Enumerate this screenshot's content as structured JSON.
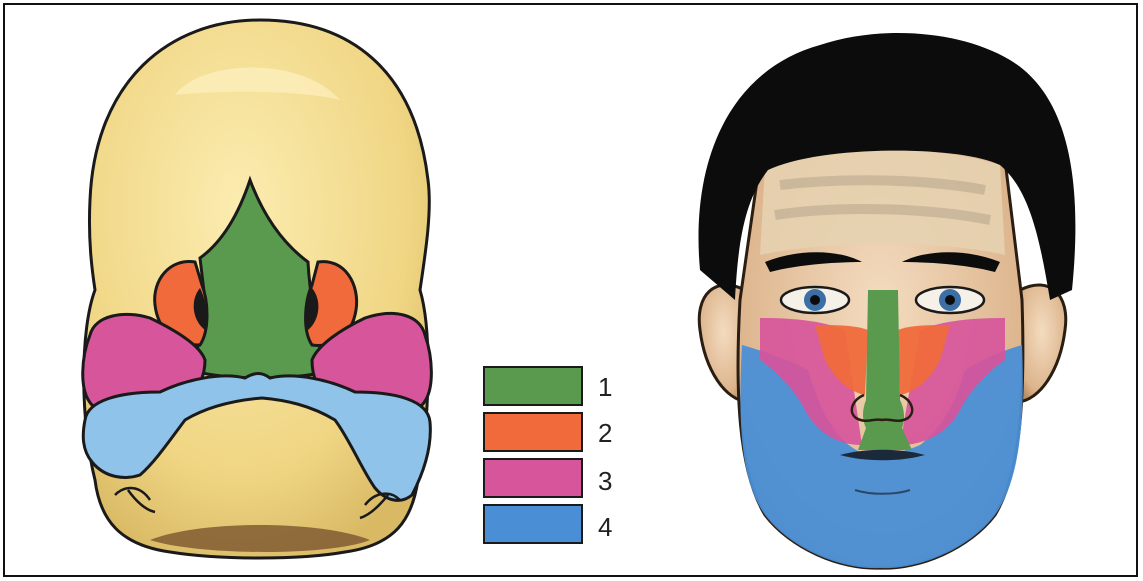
{
  "colors": {
    "region_1": "#5a9a4e",
    "region_2": "#f06a3c",
    "region_3": "#d7559b",
    "region_4": "#8fc3ea",
    "region_4_face": "#4a8fd6",
    "bone": "#f2dc8c",
    "outline": "#1a1a1a",
    "hair": "#0c0c0c",
    "skin": "#e9c7a0"
  },
  "legend": {
    "items": [
      {
        "label": "1",
        "color_key": "region_1",
        "icon": "legend-swatch"
      },
      {
        "label": "2",
        "color_key": "region_2",
        "icon": "legend-swatch"
      },
      {
        "label": "3",
        "color_key": "region_3",
        "icon": "legend-swatch"
      },
      {
        "label": "4",
        "color_key": "region_4_face",
        "icon": "legend-swatch"
      }
    ]
  },
  "illustrations": {
    "embryo": "embryonic-face-illustration",
    "adult": "adult-face-illustration"
  }
}
